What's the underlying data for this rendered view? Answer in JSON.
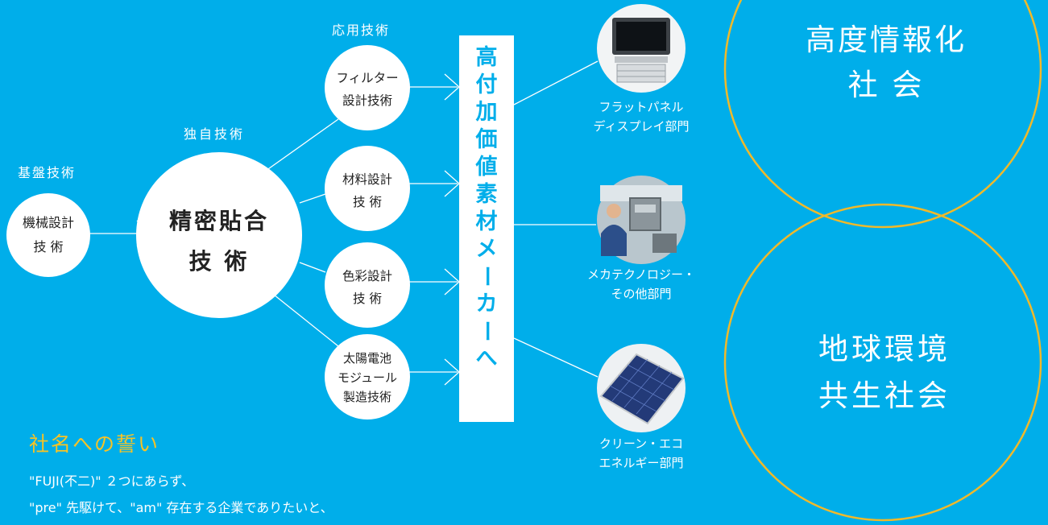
{
  "colors": {
    "background": "#00aeea",
    "circle_fill": "#ffffff",
    "circle_text": "#222222",
    "accent_gold": "#f0b92a",
    "section_title": "#f7c325"
  },
  "stages": {
    "base_label": "基盤技術",
    "base_node": [
      "機械設計",
      "技 術"
    ],
    "core_label": "独自技術",
    "core_node": [
      "精密貼合",
      "技 術"
    ],
    "applied_label": "応用技術"
  },
  "applied_nodes": [
    {
      "lines": [
        "フィルター",
        "設計技術"
      ]
    },
    {
      "lines": [
        "材料設計",
        "技 術"
      ]
    },
    {
      "lines": [
        "色彩設計",
        "技 術"
      ]
    },
    {
      "lines": [
        "太陽電池",
        "モジュール",
        "製造技術"
      ]
    }
  ],
  "banner_text": "高付加価値素材メーカーへ",
  "divisions": [
    {
      "icon": "flat-panel-display-icon",
      "lines": [
        "フラットパネル",
        "ディスプレイ部門"
      ]
    },
    {
      "icon": "technician-machinery-icon",
      "lines": [
        "メカテクノロジー・",
        "その他部門"
      ]
    },
    {
      "icon": "solar-panel-icon",
      "lines": [
        "クリーン・エコ",
        "エネルギー部門"
      ]
    }
  ],
  "societies": [
    {
      "lines": [
        "高度情報化",
        "社 会"
      ]
    },
    {
      "lines": [
        "地球環境",
        "共生社会"
      ]
    }
  ],
  "pledge": {
    "title": "社名への誓い",
    "lines": [
      "\"FUJI(不二)\" ２つにあらず、",
      "\"pre\" 先駆けて、\"am\" 存在する企業でありたいと、"
    ]
  }
}
